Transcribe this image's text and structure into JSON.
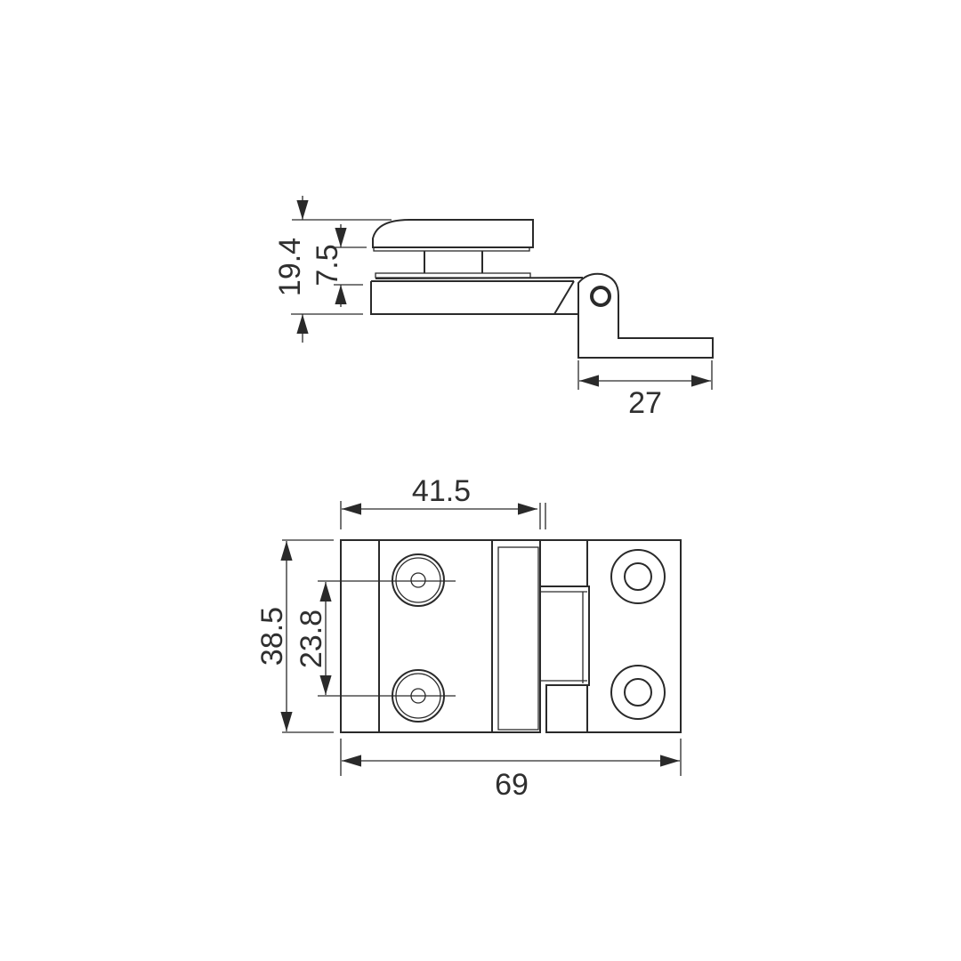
{
  "drawing": {
    "side_view": {
      "dimensions": {
        "overall_height": "19.4",
        "gap": "7.5",
        "leaf_width": "27"
      }
    },
    "front_view": {
      "dimensions": {
        "offset_width": "41.5",
        "height": "38.5",
        "hole_spacing": "23.8",
        "overall_width": "69"
      }
    },
    "line_color": "#2a2a2a"
  }
}
